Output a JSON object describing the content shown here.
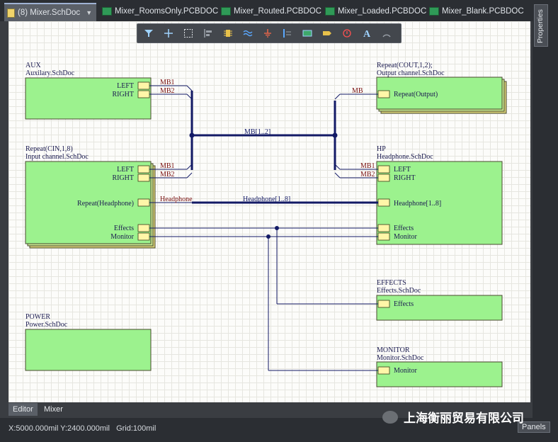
{
  "tabs": [
    {
      "label": "(8) Mixer.SchDoc",
      "active": true,
      "kind": "sch"
    },
    {
      "label": "Mixer_RoomsOnly.PCBDOC",
      "kind": "pcb"
    },
    {
      "label": "Mixer_Routed.PCBDOC",
      "kind": "pcb"
    },
    {
      "label": "Mixer_Loaded.PCBDOC",
      "kind": "pcb"
    },
    {
      "label": "Mixer_Blank.PCBDOC",
      "kind": "pcb"
    }
  ],
  "right_panel": {
    "properties_label": "Properties"
  },
  "toolbar": {
    "icons": [
      "filter-icon",
      "crosshair-icon",
      "select-rect-icon",
      "align-icon",
      "component-icon",
      "wire-icon",
      "ground-icon",
      "bus-icon",
      "sheet-symbol-icon",
      "port-icon",
      "no-erc-icon",
      "text-icon",
      "arc-icon"
    ]
  },
  "sheets": {
    "aux": {
      "designator": "AUX",
      "file": "Auxilary.SchDoc",
      "entries": [
        "LEFT",
        "RIGHT"
      ]
    },
    "output": {
      "designator": "Repeat(COUT,1,2);",
      "file": "Output channel.SchDoc",
      "entries": [
        "Repeat(Output)"
      ]
    },
    "input": {
      "designator": "Repeat(CIN,1,8)",
      "file": "Input channel.SchDoc",
      "entries": [
        "LEFT",
        "RIGHT",
        "Repeat(Headphone)",
        "Effects",
        "Monitor"
      ]
    },
    "hp": {
      "designator": "HP",
      "file": "Headphone.SchDoc",
      "entries": [
        "LEFT",
        "RIGHT",
        "Headphone[1..8]",
        "Effects",
        "Monitor"
      ]
    },
    "effects": {
      "designator": "EFFECTS",
      "file": "Effects.SchDoc",
      "entries": [
        "Effects"
      ]
    },
    "power": {
      "designator": "POWER",
      "file": "Power.SchDoc",
      "entries": []
    },
    "monitor": {
      "designator": "MONITOR",
      "file": "Monitor.SchDoc",
      "entries": [
        "Monitor"
      ]
    }
  },
  "net_labels": {
    "aux_mb1": "MB1",
    "aux_mb2": "MB2",
    "out_mb": "MB",
    "bus": "MB[1..2]",
    "in_mb1": "MB1",
    "in_mb2": "MB2",
    "hp_mb1": "MB1",
    "hp_mb2": "MB2",
    "headphone": "Headphone",
    "headphone_bus": "Headphone[1..8]"
  },
  "bottom_tabs": [
    {
      "label": "Editor",
      "active": true
    },
    {
      "label": "Mixer"
    }
  ],
  "status": {
    "text": "X:5000.000mil Y:2400.000mil   Grid:100mil"
  },
  "panels_button": "Panels",
  "watermark": "上海衡丽贸易有限公司",
  "colors": {
    "sheet_fill": "#9cf28e",
    "entry_fill": "#fff6a8",
    "bus": "#131a66",
    "wire": "#131a66",
    "net_label": "#7a1010",
    "text": "#1a1a50"
  }
}
